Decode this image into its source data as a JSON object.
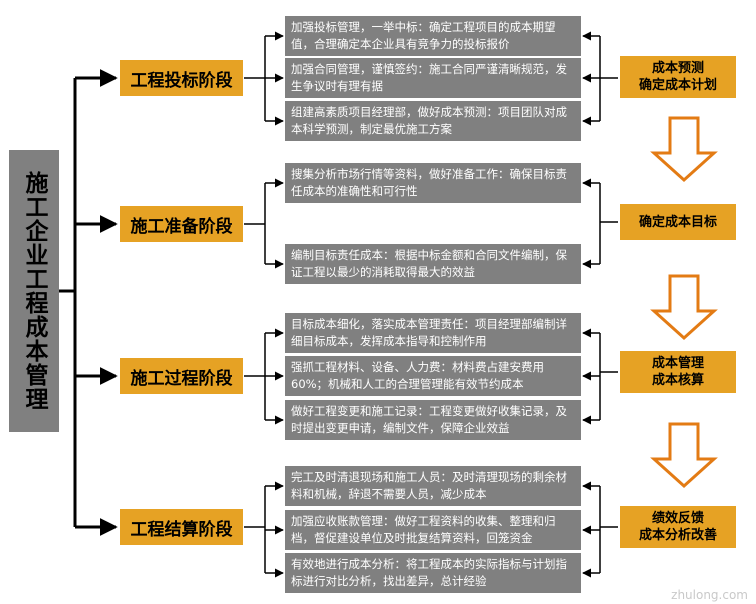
{
  "root": {
    "label": "施工企业工程成本管理"
  },
  "stages": [
    {
      "label": "工程投标阶段"
    },
    {
      "label": "施工准备阶段"
    },
    {
      "label": "施工过程阶段"
    },
    {
      "label": "工程结算阶段"
    }
  ],
  "details": [
    "加强投标管理，一举中标：确定工程项目的成本期望值，合理确定本企业具有竞争力的投标报价",
    "加强合同管理，谨慎签约：施工合同严谨清晰规范，发生争议时有理有据",
    "组建高素质项目经理部，做好成本预测：项目团队对成本科学预测，制定最优施工方案",
    "搜集分析市场行情等资料，做好准备工作：确保目标责任成本的准确性和可行性",
    "编制目标责任成本：根据中标金额和合同文件编制，保证工程以最少的消耗取得最大的效益",
    "目标成本细化，落实成本管理责任：项目经理部编制详细目标成本，发挥成本指导和控制作用",
    "强抓工程材料、设备、人力费：材料费占建安费用60%；机械和人工的合理管理能有效节约成本",
    "做好工程变更和施工记录：工程变更做好收集记录，及时提出变更申请，编制文件，保障企业效益",
    "完工及时清退现场和施工人员：及时清理现场的剩余材料和机械，辞退不需要人员，减少成本",
    "加强应收账款管理：做好工程资料的收集、整理和归档，督促建设单位及时批复结算资料，回笼资金",
    "有效地进行成本分析：将工程成本的实际指标与计划指标进行对比分析，找出差异，总计经验"
  ],
  "results": [
    {
      "line1": "成本预测",
      "line2": "确定成本计划"
    },
    {
      "line1": "确定成本目标",
      "line2": ""
    },
    {
      "line1": "成本管理",
      "line2": "成本核算"
    },
    {
      "line1": "绩效反馈",
      "line2": "成本分析改善"
    }
  ],
  "watermark": "zhulong.com",
  "colors": {
    "stage": "#e6a224",
    "box_gray": "#808080",
    "line": "#000000",
    "flow_arrow": "#e37b14"
  }
}
